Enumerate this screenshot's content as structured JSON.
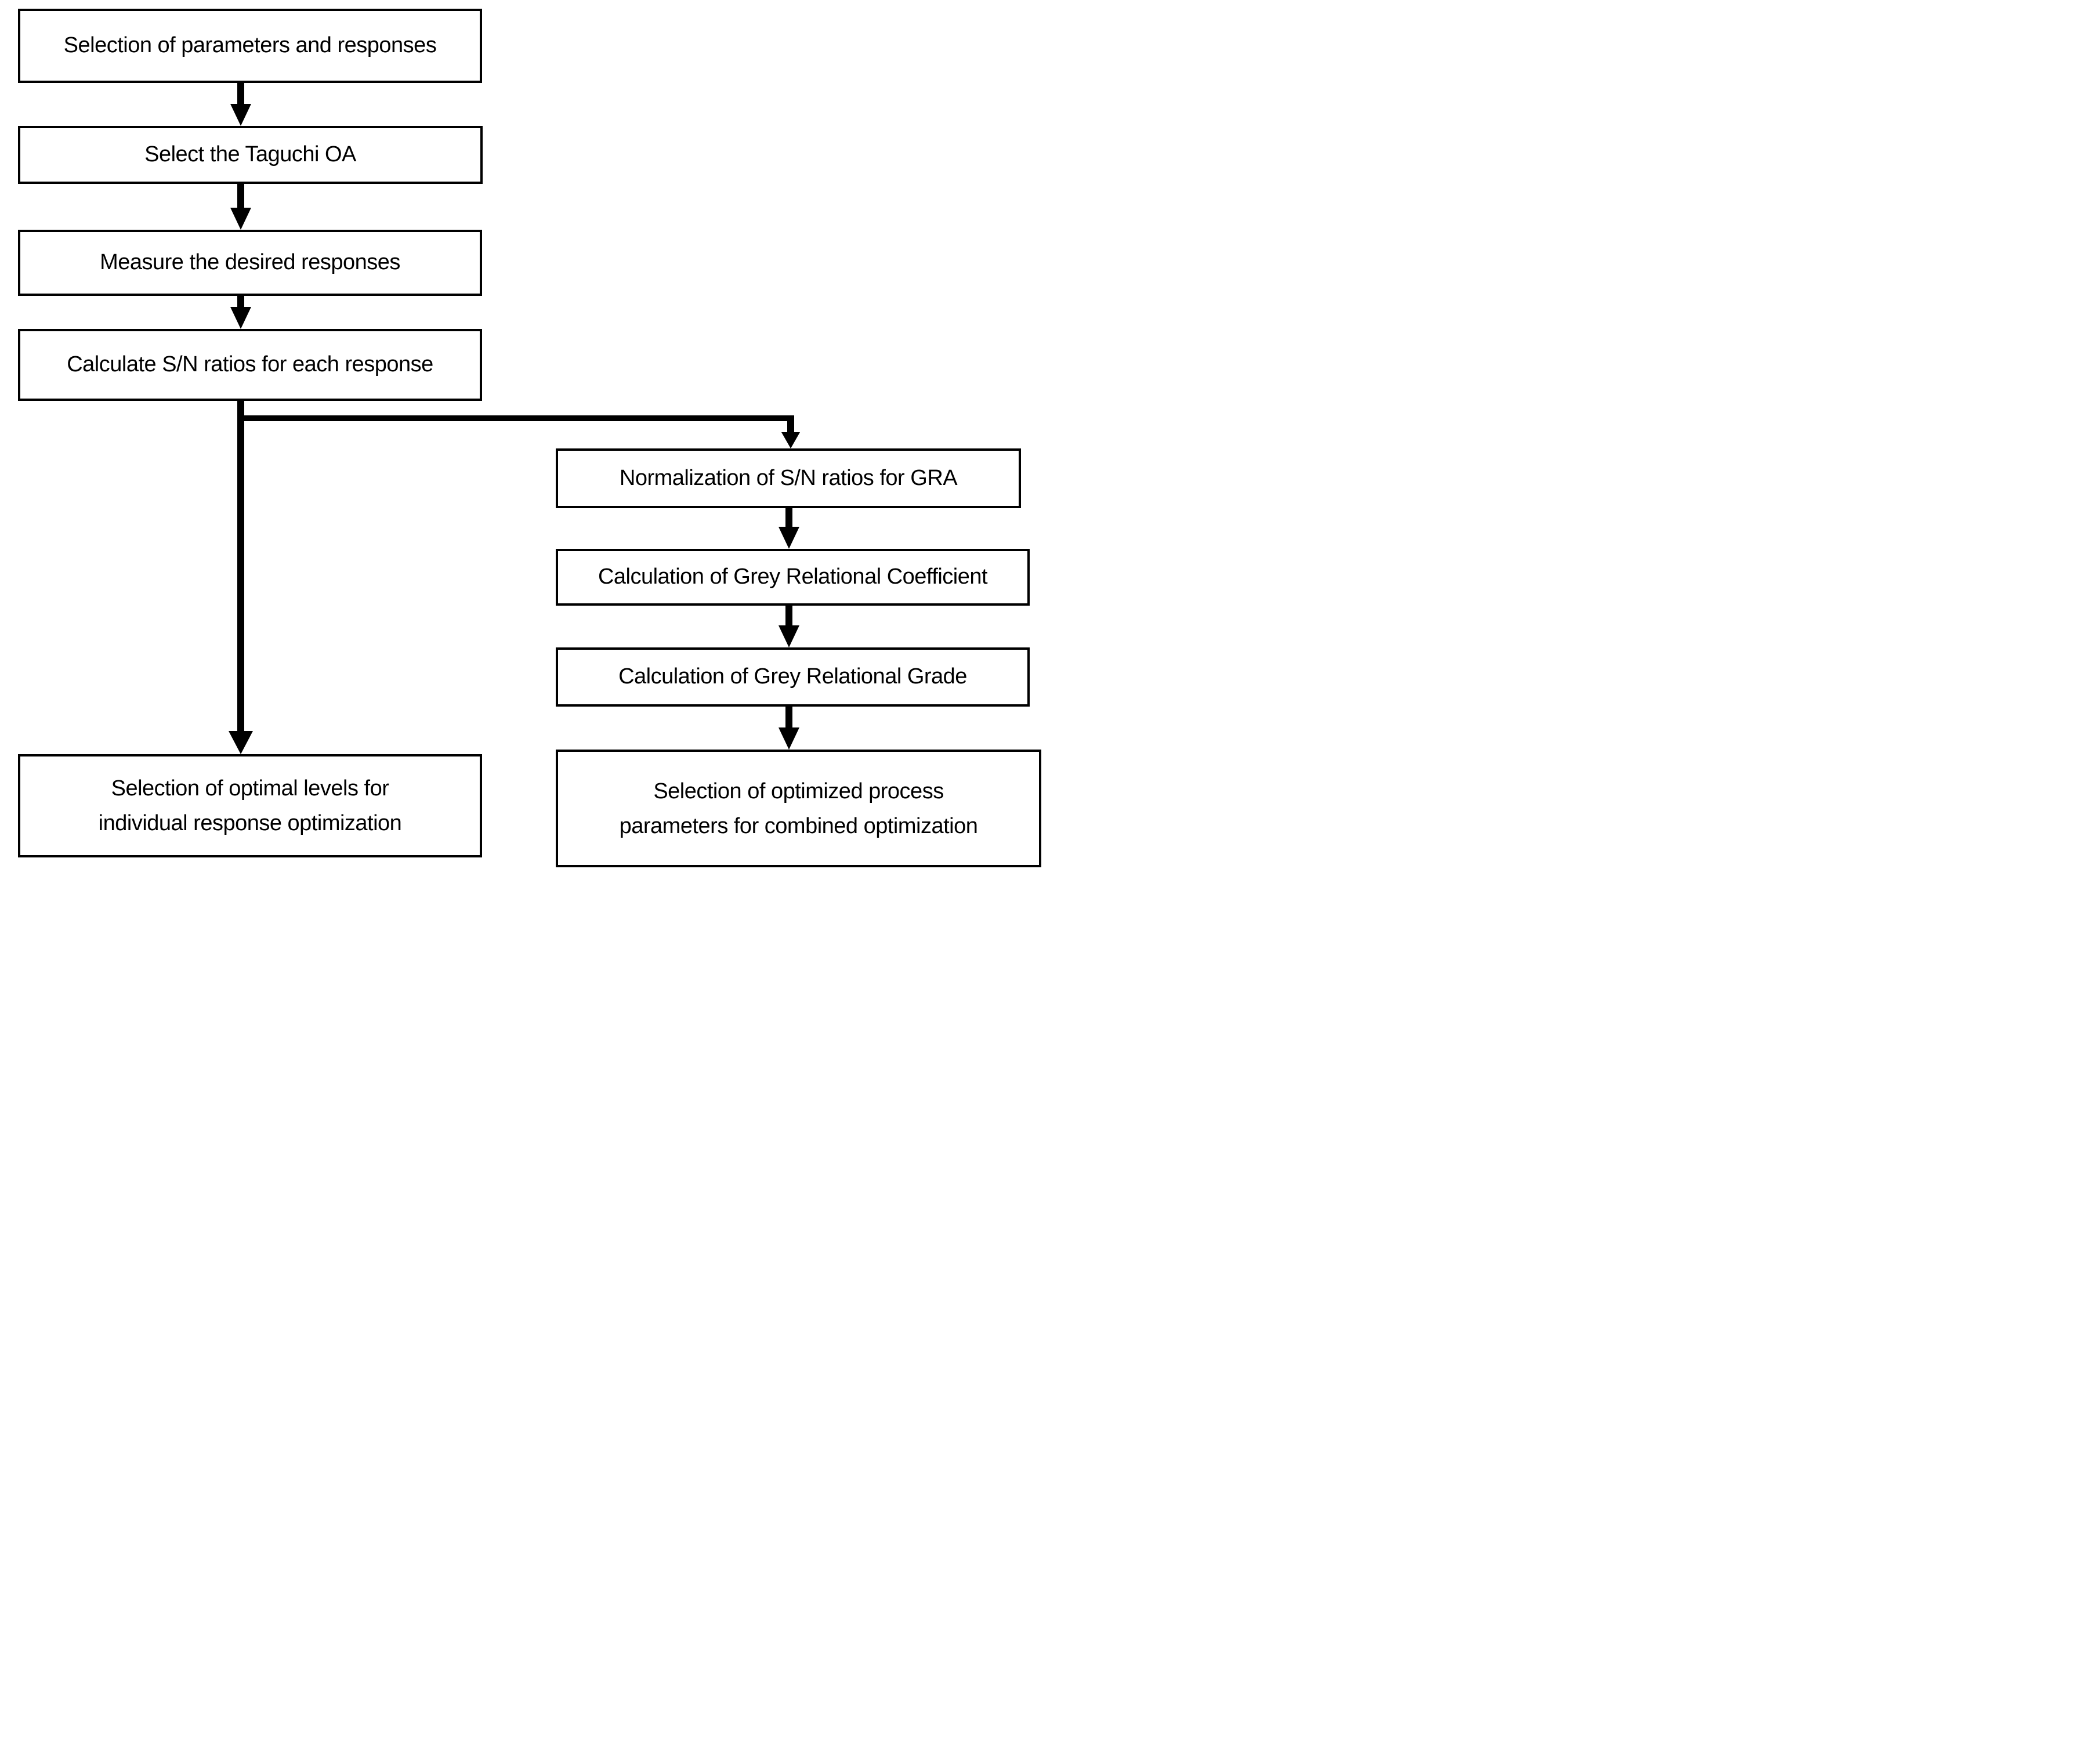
{
  "canvas": {
    "background_color": "#ffffff",
    "line_color": "#000000",
    "box_border_color": "#000000",
    "text_color": "#000000"
  },
  "nodes": {
    "select_parameters": {
      "label": "Selection of parameters and responses"
    },
    "select_taguchi_oa": {
      "label": "Select the Taguchi OA"
    },
    "measure_responses": {
      "label": "Measure the desired responses"
    },
    "calculate_sn_ratios": {
      "label": "Calculate S/N ratios for each response"
    },
    "normalization_sn_gra": {
      "label": "Normalization of S/N ratios for GRA"
    },
    "grey_relational_coefficient": {
      "label": "Calculation of Grey Relational Coefficient"
    },
    "grey_relational_grade": {
      "label": "Calculation of Grey Relational Grade"
    },
    "optimal_levels_individual": {
      "line1": "Selection of optimal levels for",
      "line2": "individual  response  optimization"
    },
    "optimized_parameters_combined": {
      "line1": "Selection  of  optimized  process",
      "line2": "parameters for combined  optimization"
    }
  }
}
